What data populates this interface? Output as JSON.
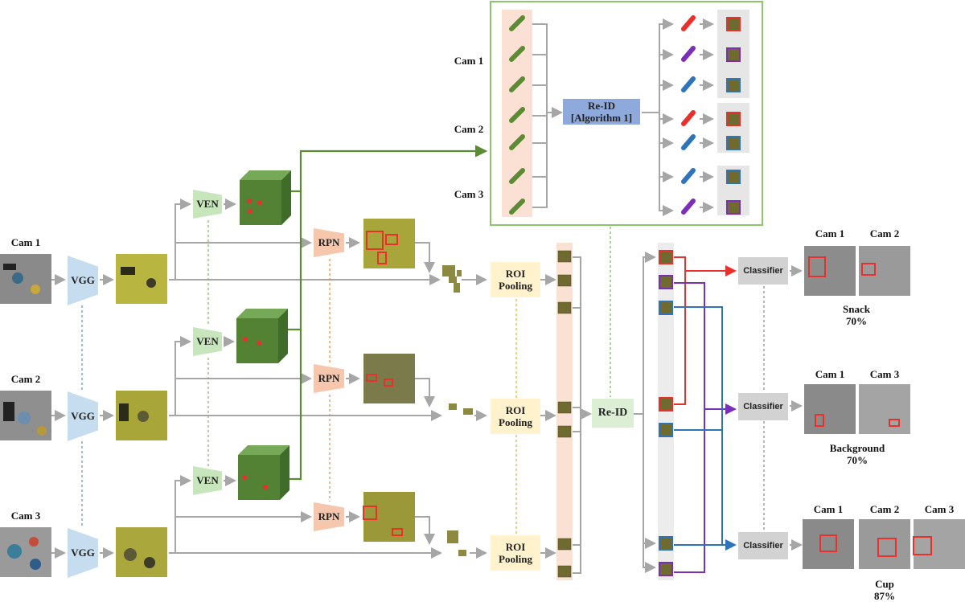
{
  "cameras": {
    "cam1": "Cam 1",
    "cam2": "Cam 2",
    "cam3": "Cam 3"
  },
  "modules": {
    "vgg": "VGG",
    "ven": "VEN",
    "rpn": "RPN",
    "roi_line1": "ROI",
    "roi_line2": "Pooling",
    "reid": "Re-ID",
    "reid_alg_line1": "Re-ID",
    "reid_alg_line2": "[Algorithm 1]",
    "classifier": "Classifier"
  },
  "results": [
    {
      "label": "Snack",
      "confidence": "70%",
      "views": [
        "Cam 1",
        "Cam 2"
      ]
    },
    {
      "label": "Background",
      "confidence": "70%",
      "views": [
        "Cam 1",
        "Cam 3"
      ]
    },
    {
      "label": "Cup",
      "confidence": "87%",
      "views": [
        "Cam 1",
        "Cam 2",
        "Cam 3"
      ]
    }
  ],
  "colors": {
    "arrow": "#a6a6a6",
    "green_path": "#5b8c33",
    "cube": "#548235",
    "feature_bg": "#fbe0d4",
    "gallery_bg": "#e6e6e6",
    "panel_border": "#8cc56a",
    "track_red": "#e8312a",
    "track_purple": "#7b2fb6",
    "track_blue": "#2f74b8",
    "camera_image": "#8a8a8a",
    "feature_map": "#b8b640"
  }
}
